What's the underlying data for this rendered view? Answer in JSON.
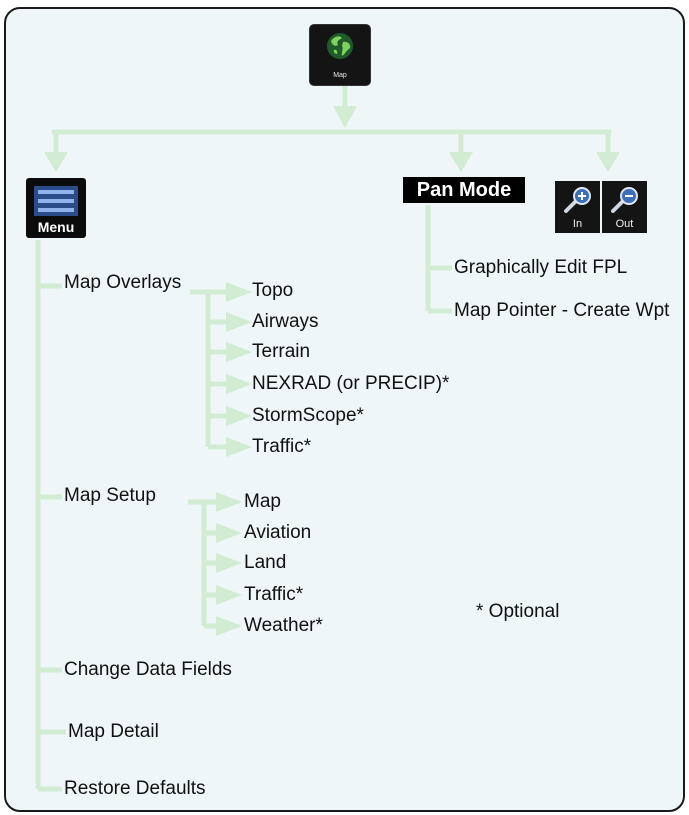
{
  "colors": {
    "connector": "#d2ecd4",
    "frame_bg": "#eef6f8",
    "icon_bg": "#141414"
  },
  "root": {
    "icon": "globe-icon",
    "caption": "Map"
  },
  "menu": {
    "icon": "menu-icon",
    "caption": "Menu",
    "items": [
      {
        "label": "Map Overlays"
      },
      {
        "label": "Map Setup"
      },
      {
        "label": "Change Data Fields"
      },
      {
        "label": "Map Detail"
      },
      {
        "label": "Restore Defaults"
      }
    ],
    "overlays": [
      "Topo",
      "Airways",
      "Terrain",
      "NEXRAD (or PRECIP)*",
      "StormScope*",
      "Traffic*"
    ],
    "setup": [
      "Map",
      "Aviation",
      "Land",
      "Traffic*",
      "Weather*"
    ]
  },
  "pan": {
    "label": "Pan Mode",
    "items": [
      "Graphically Edit FPL",
      "Map Pointer - Create Wpt"
    ]
  },
  "zoom": {
    "in_caption": "In",
    "out_caption": "Out"
  },
  "note": "* Optional"
}
